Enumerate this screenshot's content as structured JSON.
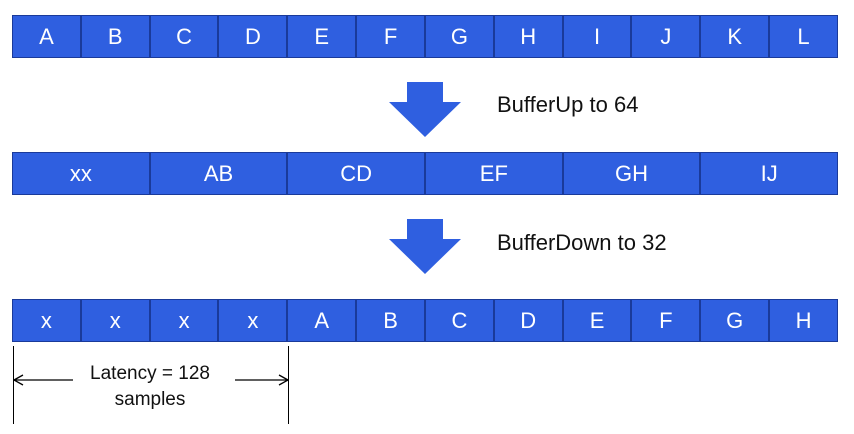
{
  "row1": {
    "cells": [
      "A",
      "B",
      "C",
      "D",
      "E",
      "F",
      "G",
      "H",
      "I",
      "J",
      "K",
      "L"
    ]
  },
  "step1": {
    "label": "BufferUp to 64"
  },
  "row2": {
    "cells": [
      "xx",
      "AB",
      "CD",
      "EF",
      "GH",
      "IJ"
    ]
  },
  "step2": {
    "label": "BufferDown to 32"
  },
  "row3": {
    "cells": [
      "x",
      "x",
      "x",
      "x",
      "A",
      "B",
      "C",
      "D",
      "E",
      "F",
      "G",
      "H"
    ]
  },
  "latency": {
    "label": "Latency = 128\nsamples"
  },
  "colors": {
    "block_fill": "#2f5fe0",
    "block_border": "#1a3a9a",
    "block_text": "#ffffff",
    "arrow_fill": "#2f5fe0"
  }
}
